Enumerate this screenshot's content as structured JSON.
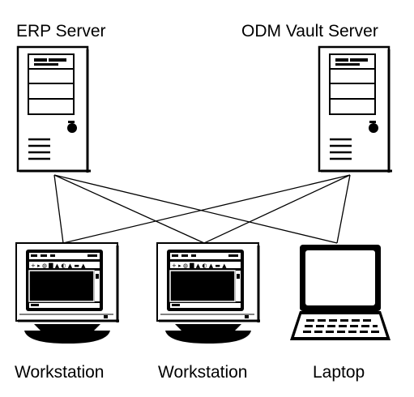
{
  "diagram": {
    "nodes": {
      "erp_server": {
        "label": "ERP Server",
        "kind": "server-tower"
      },
      "odm_vault_server": {
        "label": "ODM Vault Server",
        "kind": "server-tower"
      },
      "workstation_1": {
        "label": "Workstation",
        "kind": "crt-workstation"
      },
      "workstation_2": {
        "label": "Workstation",
        "kind": "crt-workstation"
      },
      "laptop": {
        "label": "Laptop",
        "kind": "laptop"
      }
    },
    "edges": [
      [
        "erp_server",
        "workstation_1"
      ],
      [
        "erp_server",
        "workstation_2"
      ],
      [
        "erp_server",
        "laptop"
      ],
      [
        "odm_vault_server",
        "workstation_1"
      ],
      [
        "odm_vault_server",
        "workstation_2"
      ],
      [
        "odm_vault_server",
        "laptop"
      ]
    ],
    "colors": {
      "stroke": "#000000",
      "fill": "#ffffff",
      "screen": "#000000"
    }
  }
}
